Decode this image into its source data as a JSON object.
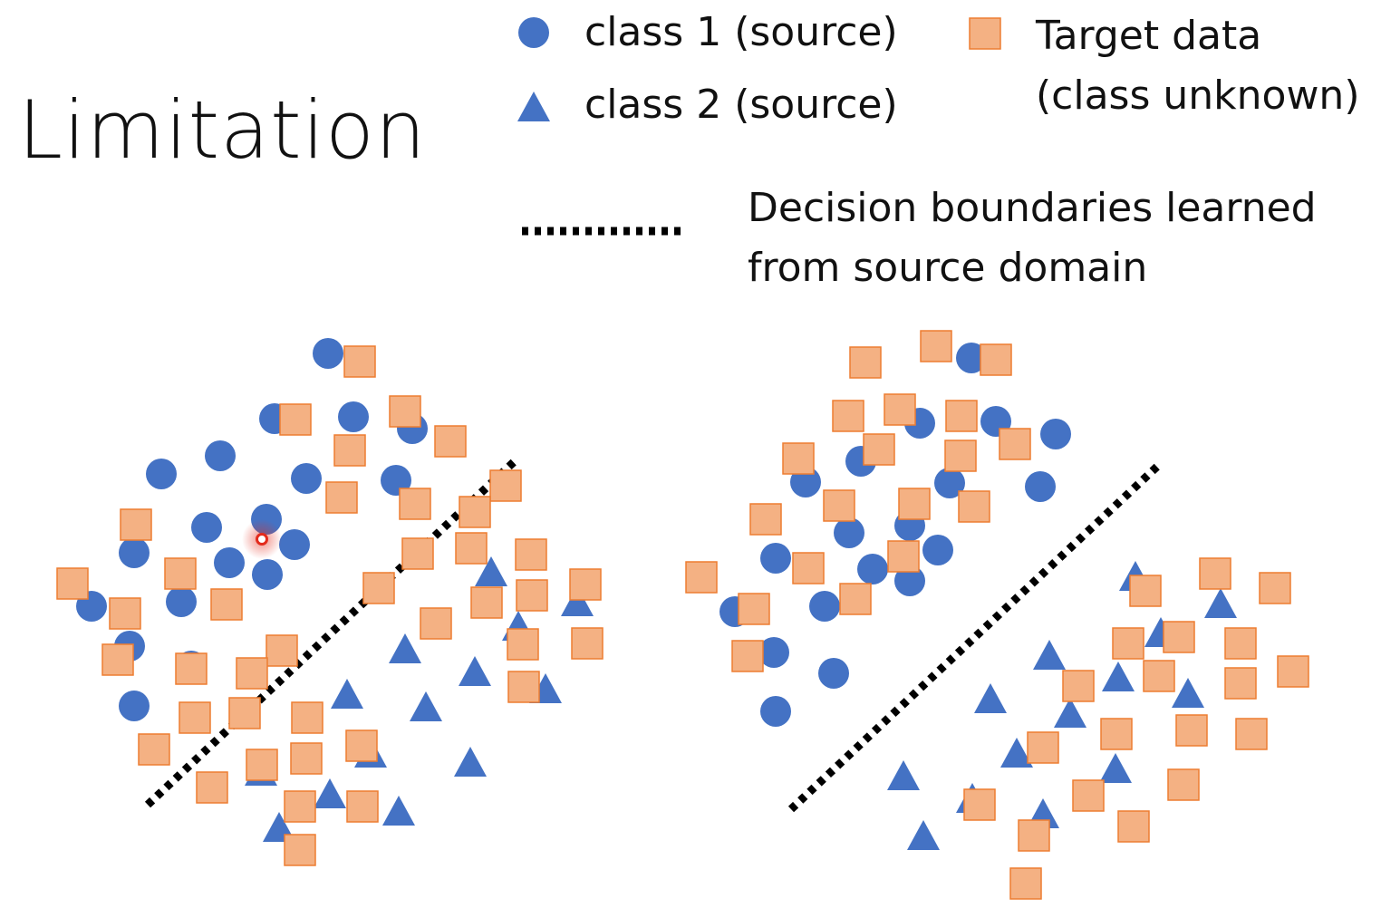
{
  "title": "Limitation",
  "legend": {
    "class1": "class 1 (source)",
    "class2": "class 2 (source)",
    "target_line1": "Target data",
    "target_line2": "(class unknown)",
    "boundary_line1": "Decision boundaries learned",
    "boundary_line2": "from source domain"
  },
  "colors": {
    "class1": "#4472c4",
    "class2": "#4472c4",
    "target_fill": "#f4b183",
    "target_stroke": "#ed7d31",
    "boundary": "#000000",
    "cursor": "#e32b1c"
  }
}
